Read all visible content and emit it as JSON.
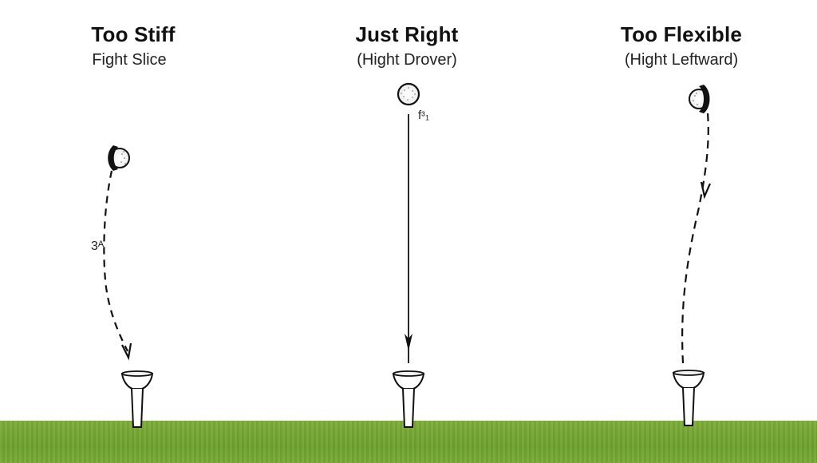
{
  "panels": [
    {
      "title": "Too Stiff",
      "subtitle": "Fight Slice",
      "annotation": "3ᴬ"
    },
    {
      "title": "Just Right",
      "subtitle": "(Hight Drover)",
      "annotation": "fᶟ₁"
    },
    {
      "title": "Too Flexible",
      "subtitle": "(Hight Leftward)",
      "annotation": ""
    }
  ],
  "colors": {
    "grass": "#76a834",
    "ink": "#111111",
    "background": "#ffffff"
  }
}
